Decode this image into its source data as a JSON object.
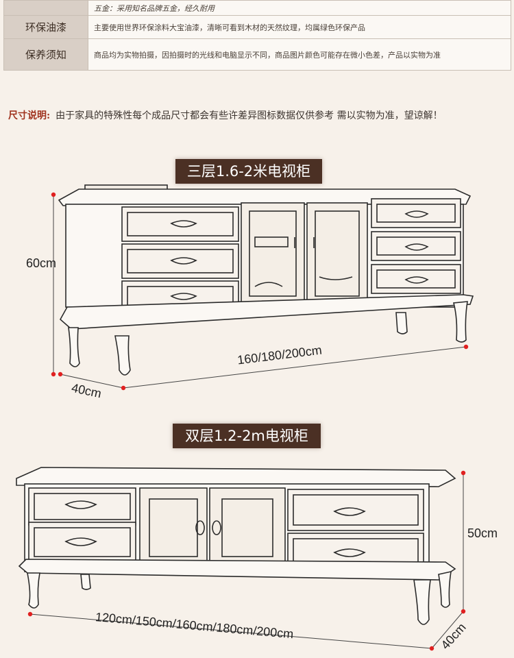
{
  "specs": [
    {
      "key": "",
      "value": "五金：采用知名品牌五金，经久耐用"
    },
    {
      "key": "环保油漆",
      "value": "主要使用世界环保涂料大宝油漆，清晰可看到木材的天然纹理，均属绿色环保产品"
    },
    {
      "key": "保养须知",
      "value": "商品均为实物拍摄，因拍摄时的光线和电脑显示不同，商品图片颜色可能存在微小色差，产品以实物为准"
    }
  ],
  "size_note": {
    "label": "尺寸说明:",
    "text": "由于家具的特殊性每个成品尺寸都会有些许差异图标数据仅供参考 需以实物为准，望谅解！"
  },
  "product1": {
    "title": "三层1.6-2米电视柜",
    "height": "60cm",
    "width": "160/180/200cm",
    "depth": "40cm"
  },
  "product2": {
    "title": "双层1.2-2m电视柜",
    "height": "50cm",
    "width": "120cm/150cm/160cm/180cm/200cm",
    "depth": "40cm"
  },
  "colors": {
    "banner": "#4b3024",
    "dimension_dot": "#e02020",
    "note_label": "#a0321e"
  }
}
